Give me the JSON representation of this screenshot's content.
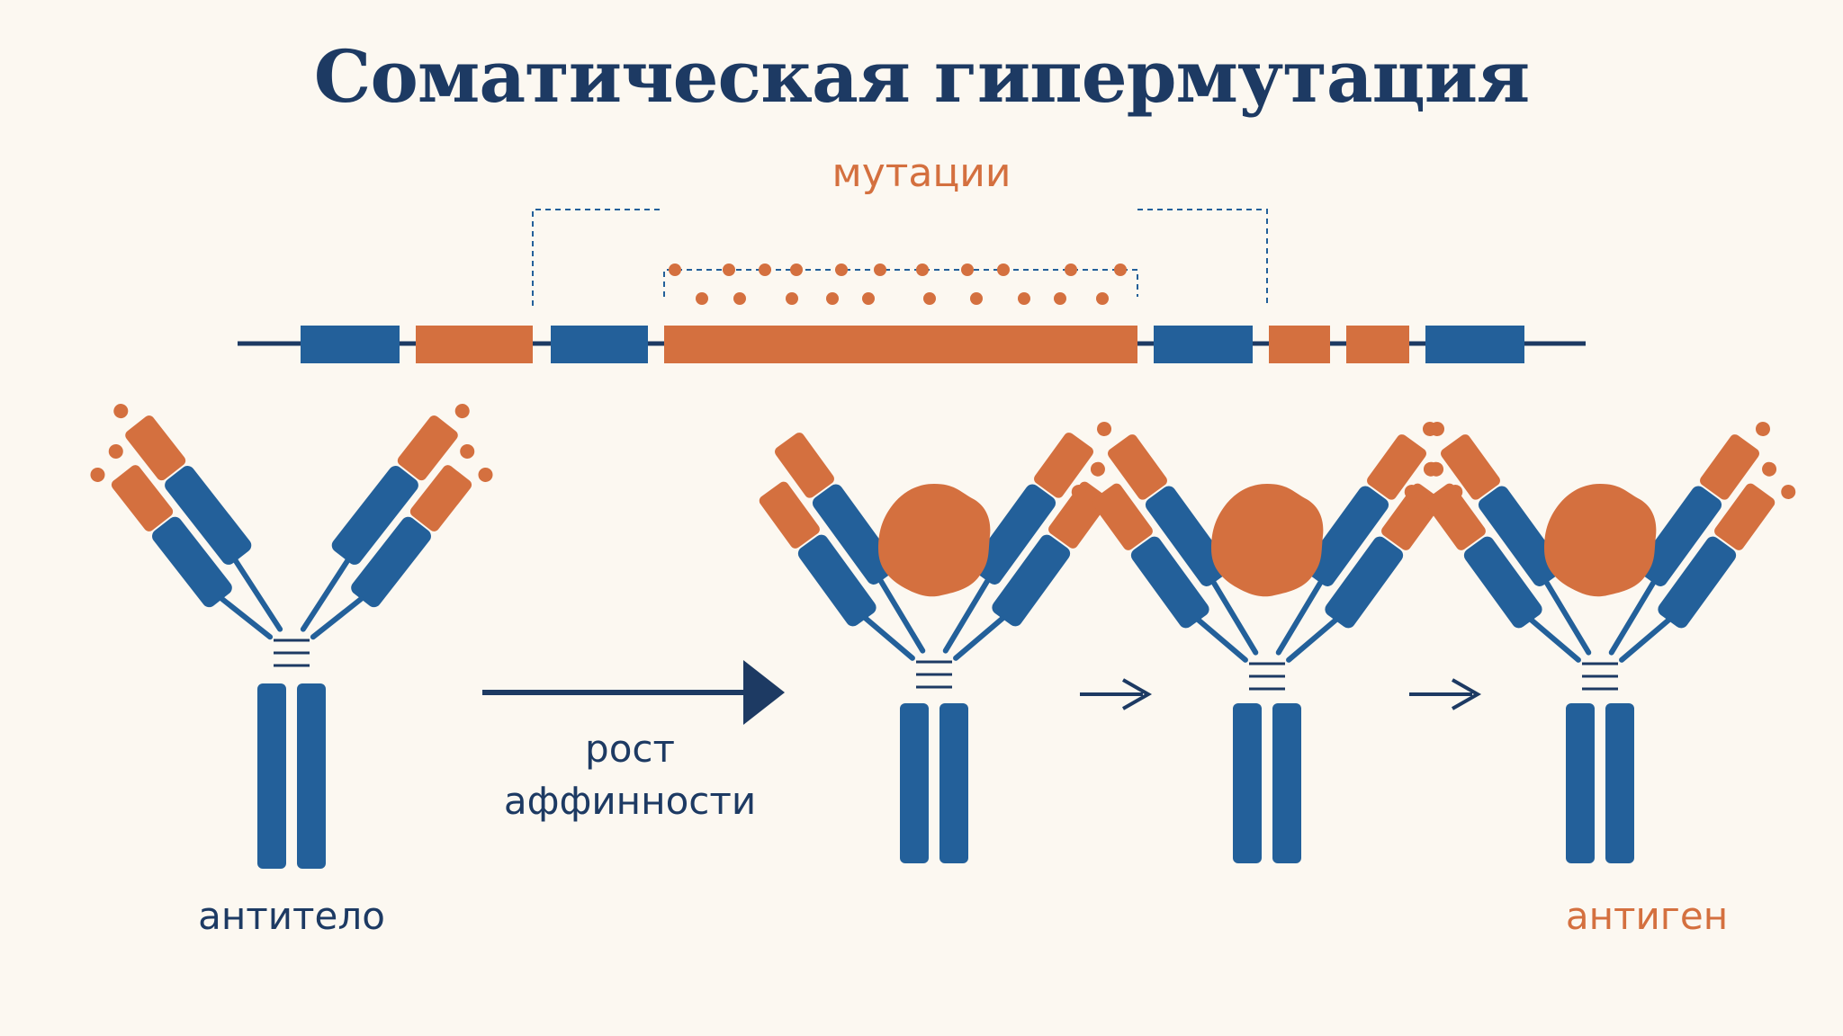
{
  "title": "Соматическая гипермутация",
  "labels": {
    "mutations": "мутации",
    "affinity_line1": "рост",
    "affinity_line2": "аффинности",
    "antibody": "антитело",
    "antigen": "антиген"
  },
  "colors": {
    "background": "#fcf8f1",
    "navy": "#1d3a63",
    "blue": "#23609a",
    "orange": "#d4703f"
  },
  "gene": {
    "segments": [
      "constant",
      "variable",
      "constant",
      "variable-mutated",
      "constant",
      "variable",
      "variable",
      "constant"
    ]
  }
}
